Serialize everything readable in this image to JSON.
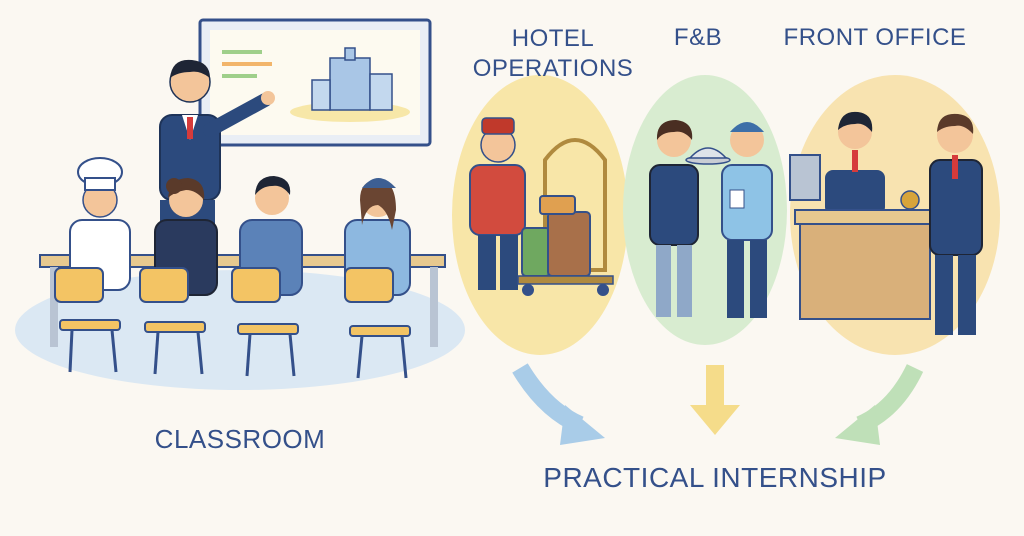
{
  "sections": {
    "hotel_operations": {
      "line1": "HOTEL",
      "line2": "OPERATIONS"
    },
    "fb": "F&B",
    "front_office": "FRONT OFFICE",
    "classroom": "CLASSROOM",
    "practical_internship": "PRACTICAL INTERNSHIP"
  },
  "colors": {
    "text": "#34508a",
    "hotel_bubble": "#f8e6a8",
    "fb_bubble": "#d8ecd0",
    "front_bubble": "#f8e3b0",
    "arrow_blue": "#a9cce8",
    "arrow_yellow": "#f5dc8a",
    "arrow_green": "#bfe0b8"
  }
}
